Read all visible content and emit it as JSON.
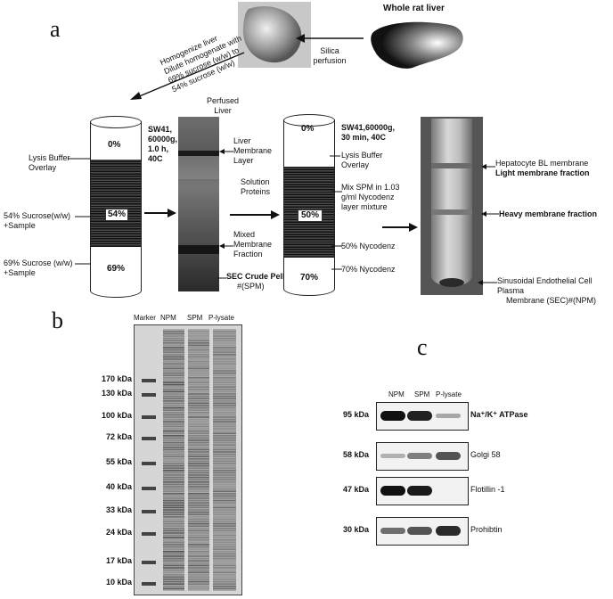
{
  "panels": {
    "a": "a",
    "b": "b",
    "c": "c"
  },
  "panel_a": {
    "whole_liver": "Whole rat liver",
    "silica": [
      "Silica",
      "perfusion"
    ],
    "homog": [
      "Homogenize liver",
      "Dilute homogenate with",
      "69% sucrose (w/w) to",
      "54% sucrose (w/w)"
    ],
    "tube1": {
      "top": "0%",
      "mid": "54%",
      "bot": "69%",
      "overlay": [
        "Lysis Buffer",
        "Overlay"
      ],
      "left_mid": [
        "54% Sucrose(w/w)",
        "+Sample"
      ],
      "left_bot": [
        "69% Sucrose (w/w)",
        "+Sample"
      ],
      "spin": [
        "SW41,",
        "60000g,",
        "1.0 h,",
        "40C"
      ]
    },
    "perfused": [
      "Perfused",
      "Liver"
    ],
    "photo1_labels": {
      "liver_membrane": [
        "Liver",
        "Membrane",
        "Layer"
      ],
      "solution": [
        "Solution",
        "Proteins"
      ],
      "mixed": [
        "Mixed",
        "Membrane",
        "Fraction"
      ],
      "sec_crude": [
        "SEC Crude Pellet",
        "#(SPM)"
      ]
    },
    "tube2": {
      "top": "0%",
      "mid": "50%",
      "bot": "70%",
      "spin1": "SW41,60000g,",
      "spin2": "30 min, 40C",
      "overlay": [
        "Lysis Buffer",
        "Overlay"
      ],
      "mix": [
        "Mix SPM in 1.03",
        "g/ml Nycodenz",
        "layer mixture"
      ],
      "nyco50": "50% Nycodenz",
      "nyco70": "70% Nycodenz"
    },
    "photo2_labels": {
      "hepato": "Hepatocyte BL membrane",
      "light": "Light membrane fraction",
      "heavy": "Heavy membrane fraction",
      "sinus": [
        "Sinusoidal Endothelial Cell Plasma",
        "Membrane (SEC)#(NPM)"
      ]
    }
  },
  "panel_b": {
    "lanes": [
      "Marker",
      "NPM",
      "SPM",
      "P-lysate"
    ],
    "markers": [
      "170 kDa",
      "130 kDa",
      "100 kDa",
      "72 kDa",
      "55 kDa",
      "40 kDa",
      "33 kDa",
      "24 kDa",
      "17 kDa",
      "10 kDa"
    ]
  },
  "panel_c": {
    "lanes": [
      "NPM",
      "SPM",
      "P-lysate"
    ],
    "rows": [
      {
        "kda": "95 kDa",
        "name": "Na⁺/K⁺ ATPase",
        "levels": [
          1.0,
          0.9,
          0.1
        ]
      },
      {
        "kda": "58 kDa",
        "name": "Golgi 58",
        "levels": [
          0.05,
          0.35,
          0.6
        ]
      },
      {
        "kda": "47 kDa",
        "name": "Flotillin -1",
        "levels": [
          1.0,
          0.95,
          0.0
        ]
      },
      {
        "kda": "30 kDa",
        "name": "Prohibtin",
        "levels": [
          0.45,
          0.6,
          0.85
        ]
      }
    ]
  }
}
